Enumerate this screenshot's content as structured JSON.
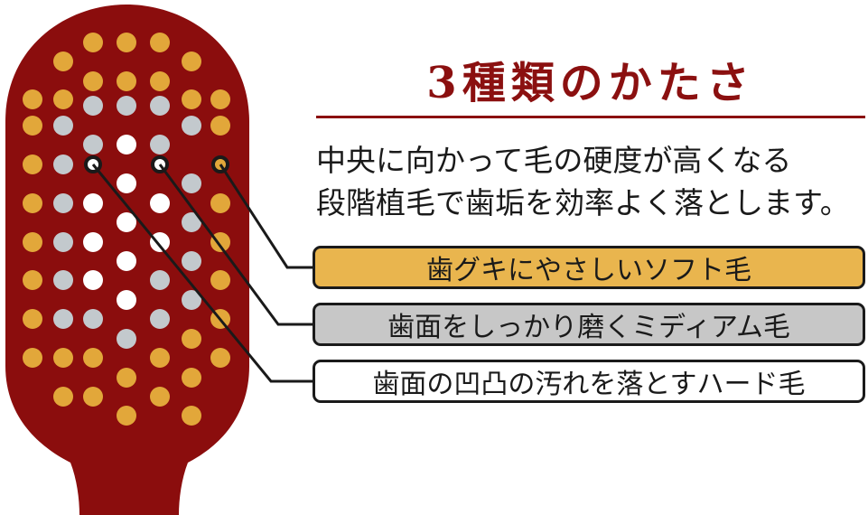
{
  "title": "3種類のかたさ",
  "description": {
    "line1": "中央に向かって毛の硬度が高くなる",
    "line2": "段階植毛で歯垢を効率よく落とします。"
  },
  "labels": {
    "soft": "歯グキにやさしいソフト毛",
    "medium": "歯面をしっかり磨くミディアム毛",
    "hard": "歯面の凹凸の汚れを落とすハード毛"
  },
  "colors": {
    "brush": "#8b0d0d",
    "soft_bristle": "#e2a73a",
    "medium_bristle": "#c3c9cd",
    "hard_bristle": "#ffffff",
    "title": "#8b1010"
  }
}
